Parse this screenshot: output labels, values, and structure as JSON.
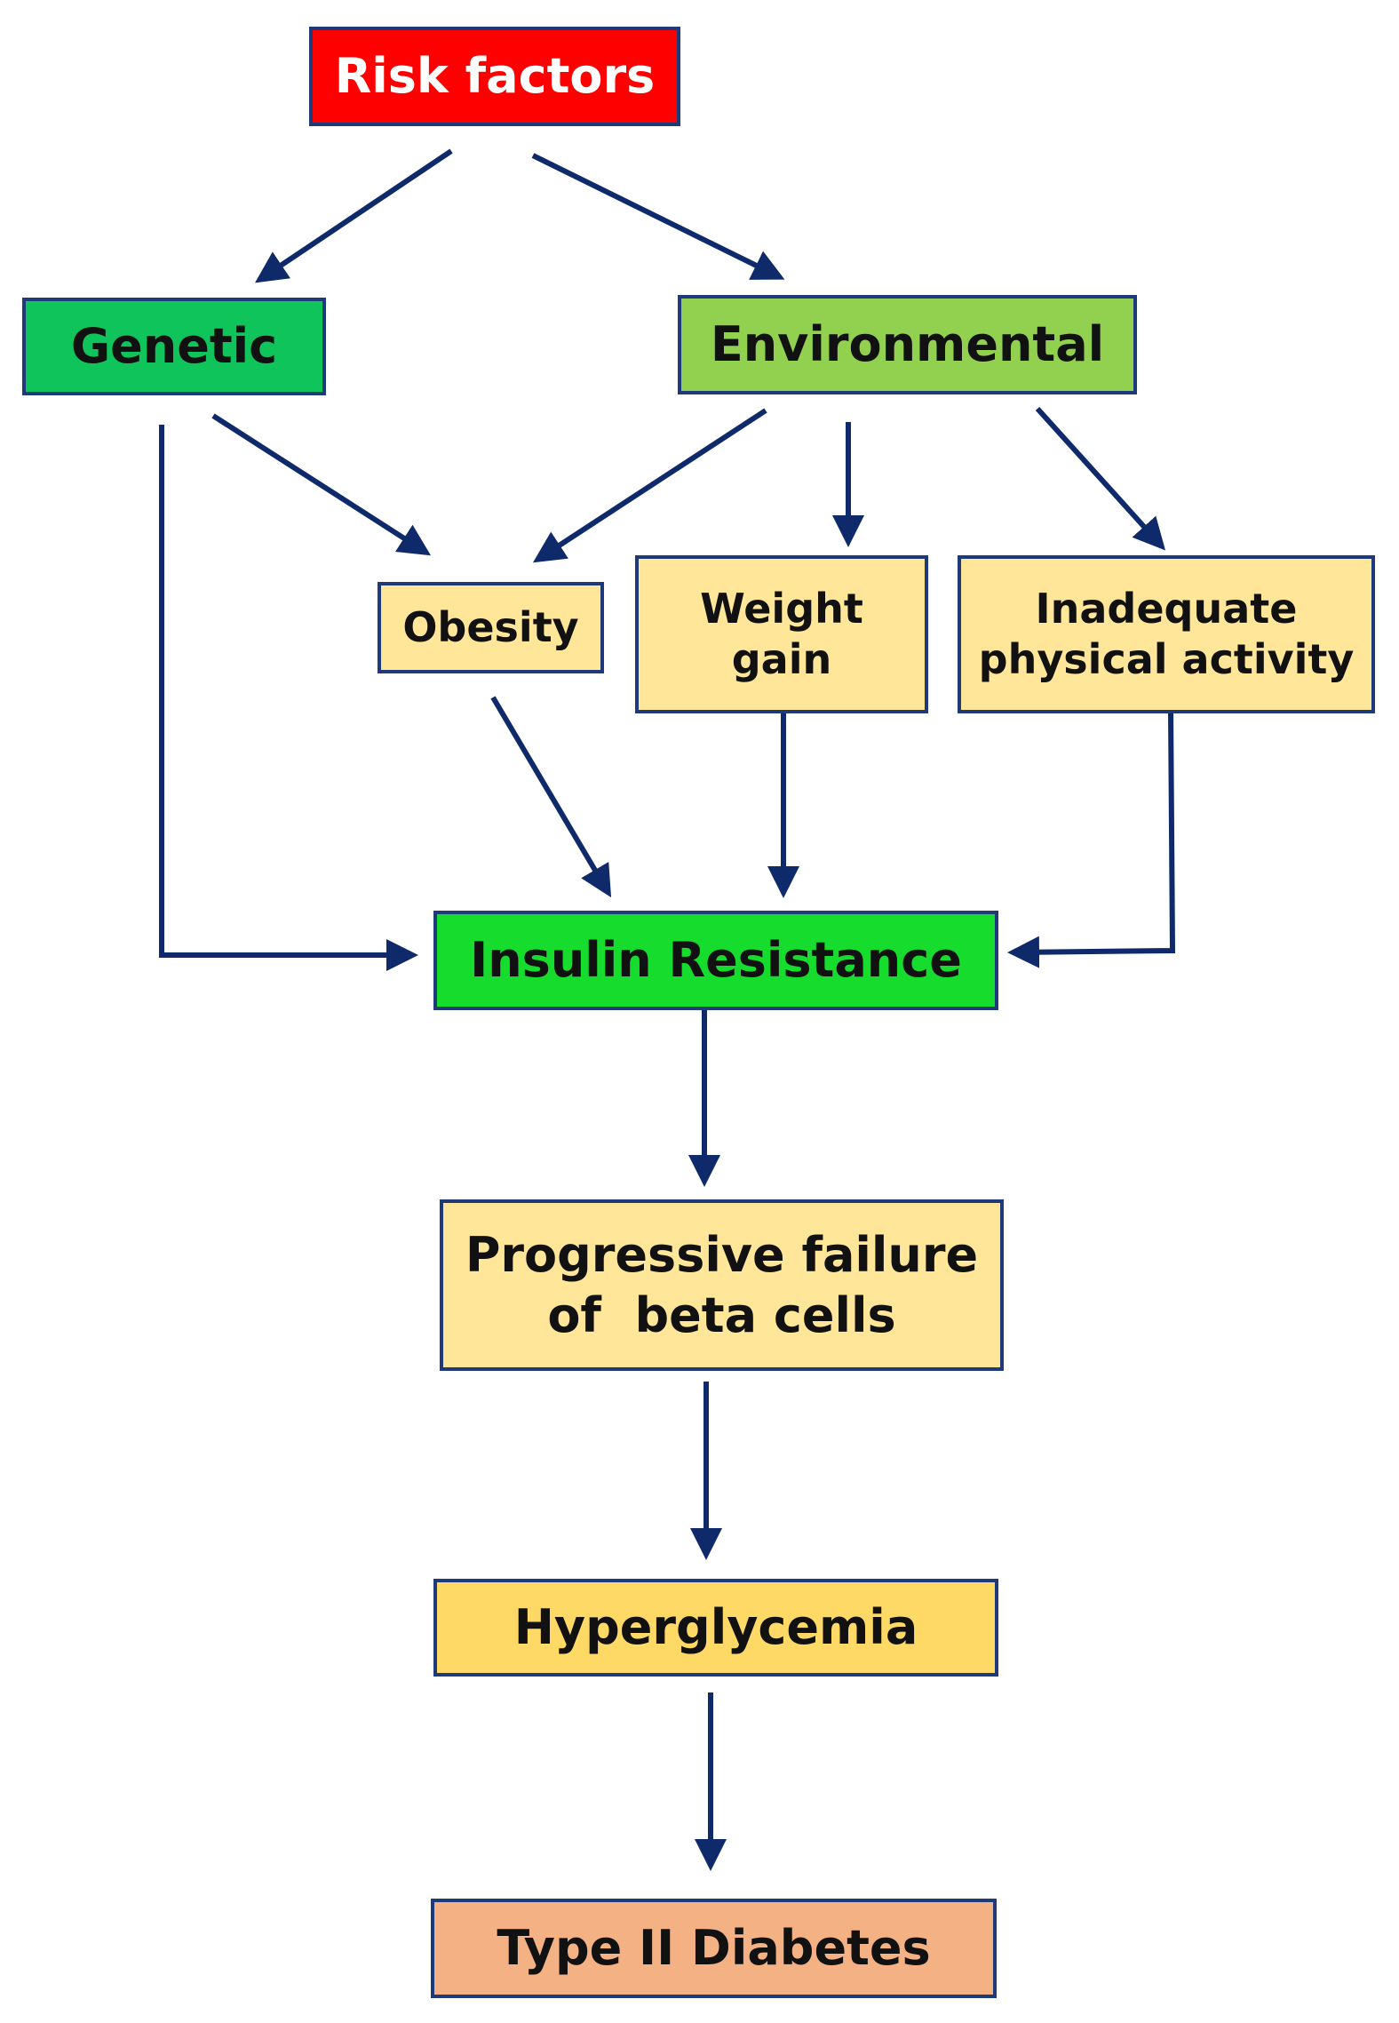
{
  "nodes": {
    "risk_factors": {
      "label": "Risk factors",
      "fill": "#ff0000",
      "text_color": "#ffffff"
    },
    "genetic": {
      "label": "Genetic",
      "fill": "#10c45c"
    },
    "environmental": {
      "label": "Environmental",
      "fill": "#92d050"
    },
    "obesity": {
      "label": "Obesity",
      "fill": "#ffe699"
    },
    "weight_gain": {
      "line1": "Weight",
      "line2": "gain",
      "fill": "#ffe699"
    },
    "inadequate_activity": {
      "line1": "Inadequate",
      "line2": "physical activity",
      "fill": "#ffe699"
    },
    "insulin_resistance": {
      "label": "Insulin Resistance",
      "fill": "#16dc2e"
    },
    "progressive_failure": {
      "line1": "Progressive failure",
      "line2": "of  beta cells",
      "fill": "#ffe699"
    },
    "hyperglycemia": {
      "label": "Hyperglycemia",
      "fill": "#ffd966"
    },
    "type2_diabetes": {
      "label": "Type II Diabetes",
      "fill": "#f4b183"
    }
  },
  "edges": [
    {
      "from": "risk_factors",
      "to": "genetic"
    },
    {
      "from": "risk_factors",
      "to": "environmental"
    },
    {
      "from": "genetic",
      "to": "obesity"
    },
    {
      "from": "environmental",
      "to": "obesity"
    },
    {
      "from": "environmental",
      "to": "weight_gain"
    },
    {
      "from": "environmental",
      "to": "inadequate_activity"
    },
    {
      "from": "genetic",
      "to": "insulin_resistance"
    },
    {
      "from": "obesity",
      "to": "insulin_resistance"
    },
    {
      "from": "weight_gain",
      "to": "insulin_resistance"
    },
    {
      "from": "inadequate_activity",
      "to": "insulin_resistance"
    },
    {
      "from": "insulin_resistance",
      "to": "progressive_failure"
    },
    {
      "from": "progressive_failure",
      "to": "hyperglycemia"
    },
    {
      "from": "hyperglycemia",
      "to": "type2_diabetes"
    }
  ],
  "arrow_color": "#0f2a6b"
}
